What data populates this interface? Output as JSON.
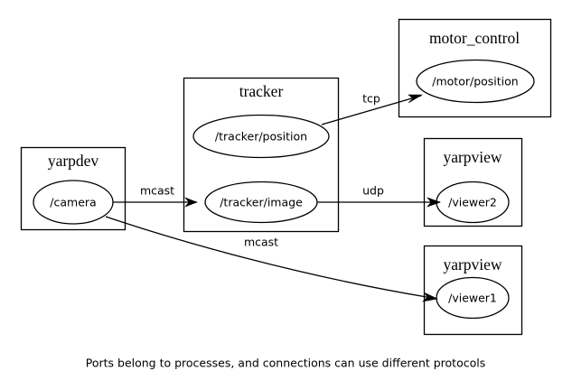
{
  "figure": {
    "caption": "Ports belong to processes, and connections can use different protocols",
    "background_color": "#ffffff",
    "stroke_color": "#000000"
  },
  "processes": {
    "yarpdev": {
      "title": "yarpdev",
      "ports": {
        "camera": "/camera"
      }
    },
    "tracker": {
      "title": "tracker",
      "ports": {
        "position": "/tracker/position",
        "image": "/tracker/image"
      },
      "below_label": "mcast"
    },
    "motor_control": {
      "title": "motor_control",
      "ports": {
        "position": "/motor/position"
      }
    },
    "yarpview_top": {
      "title": "yarpview",
      "ports": {
        "viewer": "/viewer2"
      }
    },
    "yarpview_bottom": {
      "title": "yarpview",
      "ports": {
        "viewer": "/viewer1"
      }
    }
  },
  "connections": {
    "camera_to_tracker_image": {
      "protocol": "mcast"
    },
    "tracker_image_to_viewer2": {
      "protocol": "udp"
    },
    "tracker_position_to_motor": {
      "protocol": "tcp"
    },
    "camera_to_viewer1": {
      "protocol": ""
    }
  }
}
